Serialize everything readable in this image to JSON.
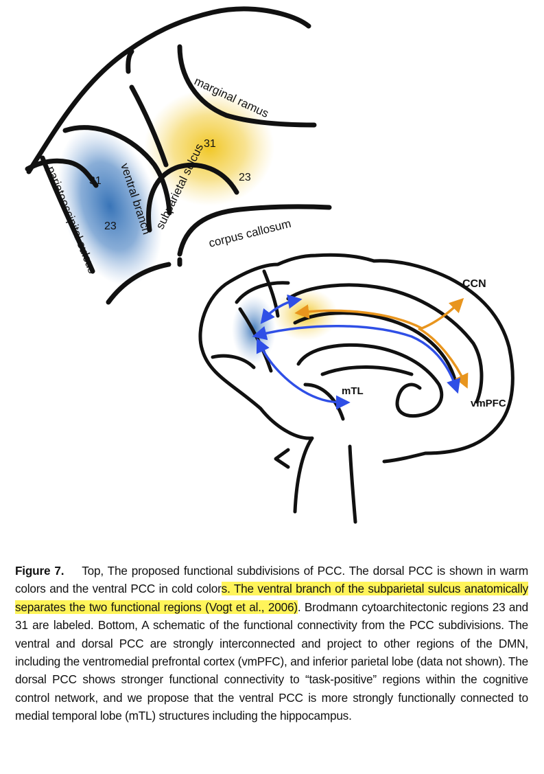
{
  "top_panel": {
    "labels": {
      "marginal_ramus": "marginal ramus",
      "parietooccipital_sulcus": "parietooccipital  sulcus",
      "ventral_branch": "ventral branch",
      "subparietal_sulcus": "subparietal sulcus",
      "corpus_callosum": "corpus callosum",
      "ba31_dorsal": "31",
      "ba23_dorsal": "23",
      "ba31_ventral": "31",
      "ba23_ventral": "23"
    },
    "colors": {
      "dorsal_pcc": "#f0c419",
      "ventral_pcc": "#2e6db4"
    }
  },
  "bottom_panel": {
    "labels": {
      "ccn": "CCN",
      "vmpfc": "vmPFC",
      "mtl": "mTL"
    },
    "colors": {
      "dorsal_arrows": "#e8951e",
      "ventral_arrows": "#2f4fe6"
    }
  },
  "caption": {
    "label": "Figure 7.",
    "text_before": "Top, The proposed functional subdivisions of PCC. The dorsal PCC is shown in warm colors and the ventral PCC in cold color",
    "highlighted": "s. The ventral branch of the subparietal sulcus anatomically separates the two functional regions (Vogt et al., 2006)",
    "text_after": ". Brodmann cytoarchitectonic regions 23 and 31 are labeled. Bottom, A schematic of the functional connectivity from the PCC subdivisions. The ventral and dorsal PCC are strongly interconnected and project to other regions of the DMN, including the ventromedial prefrontal cortex (vmPFC), and inferior parietal lobe (data not shown). The dorsal PCC shows stronger functional connectivity to “task-positive” regions within the cognitive control network, and we propose that the ventral PCC is more strongly functionally connected to medial temporal lobe (mTL) structures including the hippocampus.",
    "highlight_color": "#fff45a"
  }
}
